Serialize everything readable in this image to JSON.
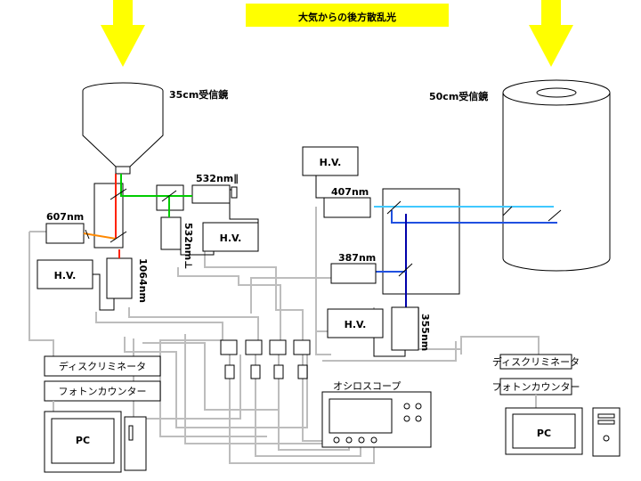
{
  "title": "大気からの後方散乱光",
  "colors": {
    "arrow": "#ffff00",
    "title_bg": "#ffff00",
    "laser_green": "#00cc00",
    "laser_red": "#ff2200",
    "laser_orange": "#ff8800",
    "laser_blue": "#2050e0",
    "laser_cyan": "#40c8ff",
    "laser_darkblue": "#0000aa",
    "wire_gray": "#bdbdbd"
  },
  "left_system": {
    "telescope_label": "35cm受信鏡",
    "wavelength_532_parallel": "532nm∥",
    "wavelength_532_perp": "532nm⊥",
    "wavelength_607": "607nm",
    "wavelength_1064": "1064nm",
    "hv_labels": [
      "H.V.",
      "H.V."
    ],
    "discriminator": "ディスクリミネータ",
    "photon_counter": "フォトンカウンター",
    "pc": "PC"
  },
  "right_system": {
    "telescope_label": "50cm受信鏡",
    "wavelength_407": "407nm",
    "wavelength_387": "387nm",
    "wavelength_355": "355nm",
    "hv_labels": [
      "H.V.",
      "H.V."
    ],
    "discriminator": "ディスクリミネータ",
    "photon_counter": "フォトンカウンター",
    "pc": "PC"
  },
  "oscilloscope": {
    "label": "オシロスコープ"
  }
}
